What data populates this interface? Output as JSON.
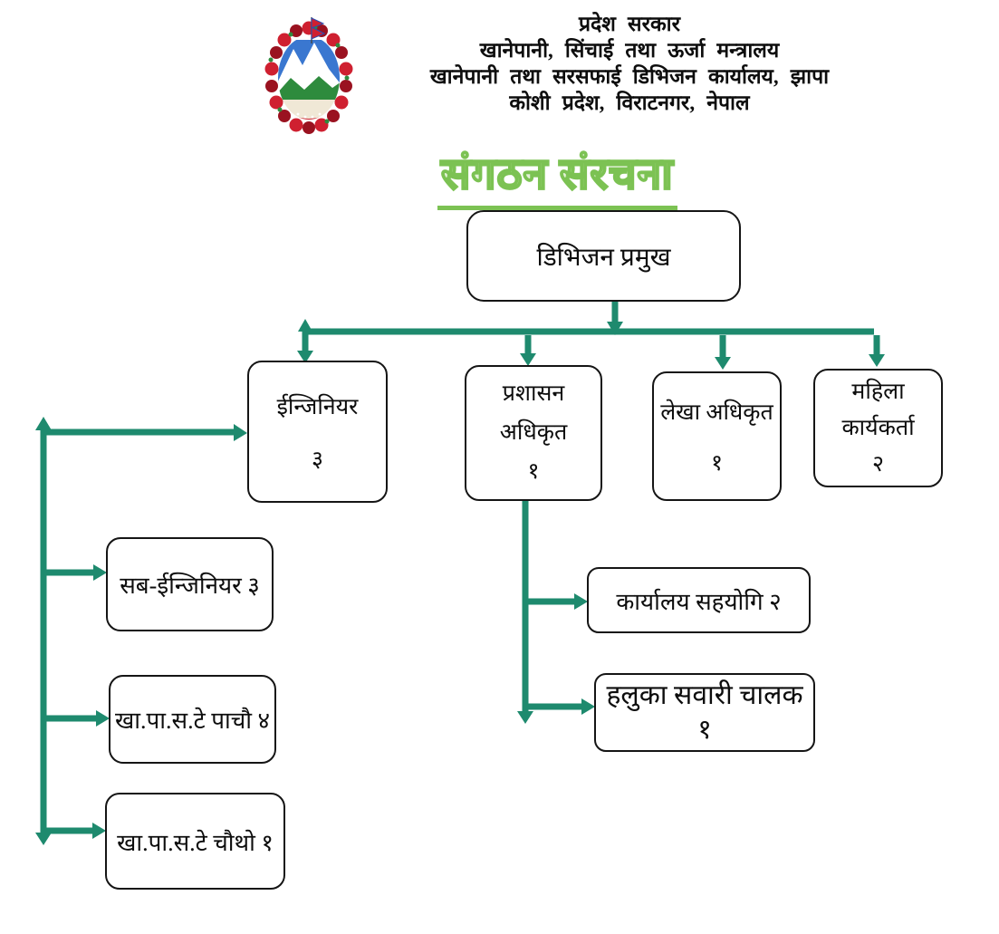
{
  "header": {
    "line1": "प्रदेश  सरकार",
    "line2": "खानेपानी,  सिंचाई  तथा ऊर्जा  मन्त्रालय",
    "line3": "खानेपानी  तथा  सरसफाई  डिभिजन  कार्यालय, झापा",
    "line4": "कोशी  प्रदेश, विराटनगर,  नेपाल"
  },
  "title": "संगठन संरचना",
  "emblem": {
    "name": "nepal-government-emblem"
  },
  "nodes": {
    "division_chief": {
      "lines": [
        "डिभिजन प्रमुख"
      ]
    },
    "engineer": {
      "lines": [
        "ईन्जिनियर",
        "३"
      ]
    },
    "admin_officer": {
      "lines": [
        "प्रशासन",
        "अधिकृत",
        "१"
      ]
    },
    "account_officer": {
      "lines": [
        "लेखा अधिकृत",
        "१"
      ]
    },
    "women_worker": {
      "lines": [
        "महिला",
        "कार्यकर्ता",
        "२"
      ]
    },
    "sub_engineer": {
      "lines": [
        "सब-ईन्जिनियर ३"
      ]
    },
    "wss_tech_fifth": {
      "lines": [
        "खा.पा.स.टे पाचौ ४"
      ]
    },
    "wss_tech_fourth": {
      "lines": [
        "खा.पा.स.टे चौथो १"
      ]
    },
    "office_assistant": {
      "lines": [
        "कार्यालय सहयोगि २"
      ]
    },
    "light_vehicle_driver": {
      "lines": [
        "हलुका सवारी चालक",
        "१"
      ]
    }
  },
  "hierarchy": {
    "root": "division_chief",
    "division_chief_children": [
      "engineer",
      "admin_officer",
      "account_officer",
      "women_worker"
    ],
    "engineer_children": [
      "sub_engineer",
      "wss_tech_fifth",
      "wss_tech_fourth"
    ],
    "admin_officer_children": [
      "office_assistant",
      "light_vehicle_driver"
    ]
  },
  "colors": {
    "connector": "#1e8a6e",
    "title_fill": "#e4f2d8",
    "title_outline": "#7cc253",
    "box_border": "#151515",
    "emblem_red": "#cf2030",
    "emblem_dark_red": "#9a1220",
    "emblem_blue": "#3a77d0",
    "emblem_green": "#2e8b3d"
  }
}
